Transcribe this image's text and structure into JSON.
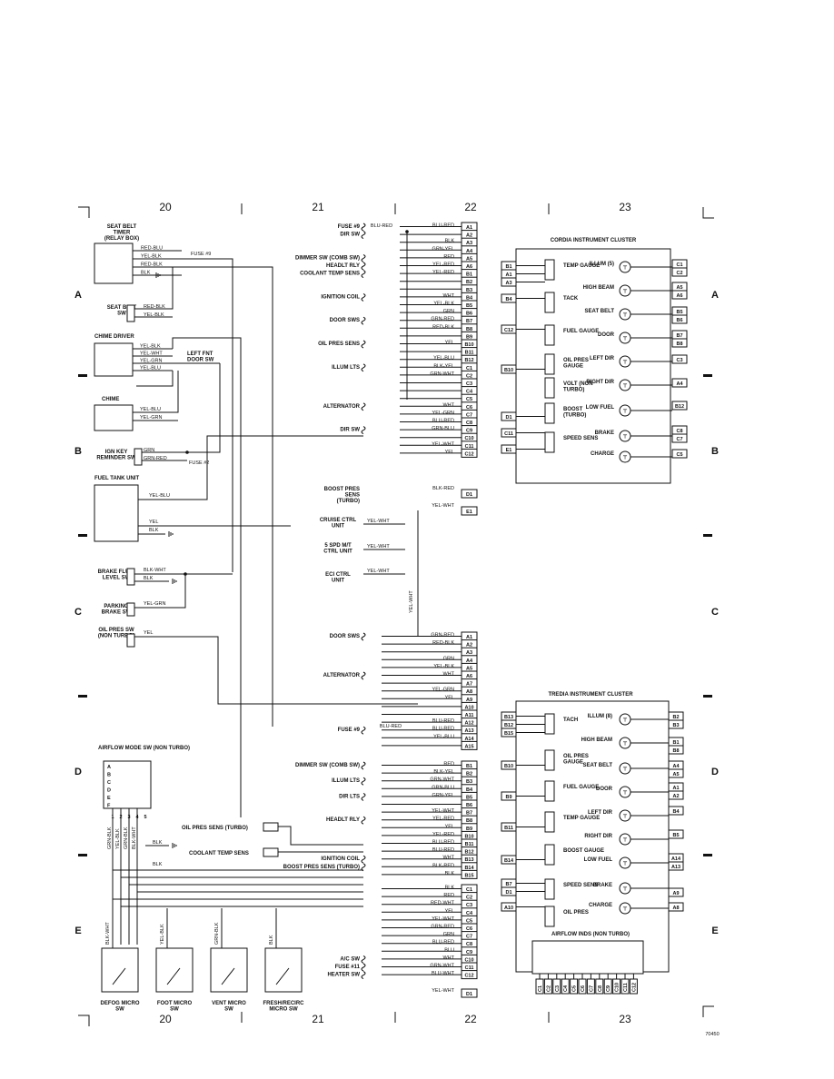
{
  "columns": [
    "20",
    "21",
    "22",
    "23"
  ],
  "rows": [
    "A",
    "B",
    "C",
    "D",
    "E"
  ],
  "left": {
    "seat_belt_timer": "SEAT BELT TIMER (RELAY BOX)",
    "seat_belt_wires": [
      "RED-BLU",
      "YEL-BLK",
      "RED-BLK",
      "BLK"
    ],
    "fuse9": "FUSE #9",
    "seat_belt_sw": "SEAT BELT SW",
    "seat_belt_sw_wires": [
      "RED-BLK",
      "YEL-BLK"
    ],
    "chime_driver": "CHIME DRIVER",
    "chime_driver_wires": [
      "YEL-BLK",
      "YEL-WHT",
      "YEL-GRN",
      "YEL-BLU"
    ],
    "left_fnt_door": "LEFT FNT DOOR SW",
    "chime": "CHIME",
    "chime_wires": [
      "YEL-BLU",
      "YEL-GRN"
    ],
    "ign_key": "IGN KEY REMINDER SW",
    "ign_key_wires": [
      "GRN",
      "GRN-RED"
    ],
    "fuse2": "FUSE #2",
    "fuel_tank": "FUEL TANK UNIT",
    "fuel_wires": [
      "YEL-BLU",
      "YEL",
      "BLK"
    ],
    "brake_fluid": "BRAKE FLUID LEVEL SW",
    "brake_wires": [
      "BLK-WHT",
      "BLK"
    ],
    "parking": "PARKING BRAKE SW",
    "parking_wire": "YEL-GRN",
    "oil_pres": "OIL PRES SW (NON TURBO)",
    "oil_wire": "YEL",
    "airflow_sw": "AIRFLOW MODE SW (NON TURBO)",
    "airflow_rows": [
      "A",
      "B",
      "C",
      "D",
      "E",
      "F"
    ],
    "airflow_cols": [
      "1",
      "2",
      "3",
      "4",
      "5"
    ],
    "airflow_wires": [
      "GRN-BLK",
      "YEL-BLK",
      "GRN-BLK",
      "BLK-WHT"
    ],
    "oil_pres_turbo": "OIL PRES SENS (TURBO)",
    "coolant_sens": "COOLANT TEMP SENS",
    "blk": "BLK",
    "bottom_wires": [
      "BLK-WHT",
      "YEL-BLK",
      "GRN-BLK",
      "BLK"
    ],
    "micro_sw": [
      "DEFOG MICRO SW",
      "FOOT MICRO SW",
      "VENT MICRO SW",
      "FRESH/RECIRC MICRO SW"
    ]
  },
  "mid_top": {
    "labels": [
      {
        "pin": "A1",
        "wire": "BLU-RED",
        "name": "FUSE #9",
        "wire2": "BLU-RED"
      },
      {
        "pin": "A2",
        "wire": "",
        "name": "DIR SW"
      },
      {
        "pin": "A3",
        "wire": "BLK"
      },
      {
        "pin": "A4",
        "wire": "GRN-YEL"
      },
      {
        "pin": "A5",
        "wire": "RED",
        "name": "DIMMER SW (COMB SW)"
      },
      {
        "pin": "A6",
        "wire": "YEL-RED",
        "name": "HEADLT RLY"
      },
      {
        "pin": "B1",
        "wire": "YEL-RED",
        "name": "COOLANT TEMP SENS"
      },
      {
        "pin": "B2",
        "wire": ""
      },
      {
        "pin": "B3",
        "wire": ""
      },
      {
        "pin": "B4",
        "wire": "WHT",
        "name": "IGNITION COIL"
      },
      {
        "pin": "B5",
        "wire": "YEL-BLK"
      },
      {
        "pin": "B6",
        "wire": "GRN"
      },
      {
        "pin": "B7",
        "wire": "GRN-RED",
        "name": "DOOR SWS"
      },
      {
        "pin": "B8",
        "wire": "RED-BLK"
      },
      {
        "pin": "B9",
        "wire": ""
      },
      {
        "pin": "B10",
        "wire": "YEL",
        "name": "OIL PRES SENS"
      },
      {
        "pin": "B11",
        "wire": ""
      },
      {
        "pin": "B12",
        "wire": "YEL-BLU"
      },
      {
        "pin": "C1",
        "wire": "BLK-YEL",
        "name": "ILLUM LTS"
      },
      {
        "pin": "C2",
        "wire": "GRN-WHT"
      },
      {
        "pin": "C3",
        "wire": ""
      },
      {
        "pin": "C4",
        "wire": ""
      },
      {
        "pin": "C5",
        "wire": ""
      },
      {
        "pin": "C6",
        "wire": "WHT",
        "name": "ALTERNATOR"
      },
      {
        "pin": "C7",
        "wire": "YEL-GRN"
      },
      {
        "pin": "C8",
        "wire": "BLU-RED"
      },
      {
        "pin": "C9",
        "wire": "GRN-BLU",
        "name": "DIR SW"
      },
      {
        "pin": "C10",
        "wire": ""
      },
      {
        "pin": "C11",
        "wire": "YEL-WHT"
      },
      {
        "pin": "C12",
        "wire": "YEL"
      }
    ],
    "d1": {
      "pin": "D1",
      "wire": "BLK-RED",
      "name": "BOOST PRES SENS (TURBO)"
    },
    "e1": {
      "pin": "E1",
      "wire": "YEL-WHT"
    },
    "cruise": "CRUISE CTRL UNIT",
    "spd": "5 SPD M/T CTRL UNIT",
    "eci": "ECI CTRL UNIT",
    "yel_wht": "YEL-WHT"
  },
  "mid_bottom": {
    "a_pins": [
      {
        "pin": "A1",
        "wire": "GRN-RED",
        "name": "DOOR SWS"
      },
      {
        "pin": "A2",
        "wire": "RED-BLK"
      },
      {
        "pin": "A3",
        "wire": ""
      },
      {
        "pin": "A4",
        "wire": "GRN"
      },
      {
        "pin": "A5",
        "wire": "YEL-BLK"
      },
      {
        "pin": "A6",
        "wire": "WHT",
        "name": "ALTERNATOR"
      },
      {
        "pin": "A7",
        "wire": ""
      },
      {
        "pin": "A8",
        "wire": "YEL-GRN"
      },
      {
        "pin": "A9",
        "wire": "YEL"
      },
      {
        "pin": "A10",
        "wire": ""
      },
      {
        "pin": "A11",
        "wire": ""
      },
      {
        "pin": "A12",
        "wire": "BLU-RED"
      },
      {
        "pin": "A13",
        "wire": "BLU-RED",
        "name": "FUSE #9",
        "wire0": "BLU-RED"
      },
      {
        "pin": "A14",
        "wire": "YEL-BLU"
      },
      {
        "pin": "A15",
        "wire": ""
      }
    ],
    "b_pins": [
      {
        "pin": "B1",
        "wire": "RED",
        "name": "DIMMER SW (COMB SW)"
      },
      {
        "pin": "B2",
        "wire": "BLK-YEL"
      },
      {
        "pin": "B3",
        "wire": "GRN-WHT",
        "name": "ILLUM LTS"
      },
      {
        "pin": "B4",
        "wire": "GRN-BLU"
      },
      {
        "pin": "B5",
        "wire": "GRN-YEL",
        "name": "DIR LTS"
      },
      {
        "pin": "B6",
        "wire": ""
      },
      {
        "pin": "B7",
        "wire": "YEL-WHT"
      },
      {
        "pin": "B8",
        "wire": "YEL-RED",
        "name": "HEADLT RLY"
      },
      {
        "pin": "B9",
        "wire": "YEL"
      },
      {
        "pin": "B10",
        "wire": "YEL-RED"
      },
      {
        "pin": "B11",
        "wire": "BLU-RED"
      },
      {
        "pin": "B12",
        "wire": "BLU-RED"
      },
      {
        "pin": "B13",
        "wire": "WHT",
        "name": "IGNITION COIL"
      },
      {
        "pin": "B14",
        "wire": "BLK-RED",
        "name": "BOOST PRES SENS (TURBO)"
      },
      {
        "pin": "B15",
        "wire": "BLK"
      }
    ],
    "c_pins": [
      {
        "pin": "C1",
        "wire": "BLK"
      },
      {
        "pin": "C2",
        "wire": "RED"
      },
      {
        "pin": "C3",
        "wire": "RED-WHT"
      },
      {
        "pin": "C4",
        "wire": "YEL"
      },
      {
        "pin": "C5",
        "wire": "YEL-WHT"
      },
      {
        "pin": "C6",
        "wire": "GRN-RED"
      },
      {
        "pin": "C7",
        "wire": "GRN"
      },
      {
        "pin": "C8",
        "wire": "BLU-RED"
      },
      {
        "pin": "C9",
        "wire": "BLU"
      },
      {
        "pin": "C10",
        "wire": "WHT",
        "name": "A/C SW"
      },
      {
        "pin": "C11",
        "wire": "GRN-WHT",
        "name": "FUSE #11"
      },
      {
        "pin": "C12",
        "wire": "BLU-WHT",
        "name": "HEATER SW"
      }
    ],
    "d1": {
      "pin": "D1",
      "wire": "YEL-WHT"
    }
  },
  "cordia": {
    "title": "CORDIA INSTRUMENT CLUSTER",
    "left_pins": [
      "B1",
      "A1",
      "A3",
      "B4",
      "C12",
      "B10",
      "D1",
      "C11",
      "E1"
    ],
    "gauges": [
      "TEMP GAUGE",
      "TACK",
      "FUEL GAUGE",
      "OIL PRES GAUGE",
      "VOLT (NON TURBO)",
      "BOOST (TURBO)",
      "SPEED SENS"
    ],
    "lamps": [
      "ILLUM (5)",
      "HIGH BEAM",
      "SEAT BELT",
      "DOOR",
      "LEFT DIR",
      "RIGHT DIR",
      "LOW FUEL",
      "BRAKE",
      "CHARGE"
    ],
    "right_pins": [
      "C1",
      "C2",
      "A5",
      "A6",
      "B5",
      "B6",
      "B7",
      "B8",
      "C3",
      "A4",
      "B12",
      "C8",
      "C7",
      "C5"
    ]
  },
  "tredia": {
    "title": "TREDIA INSTRUMENT CLUSTER",
    "left_pins": [
      "B13",
      "B12",
      "B15",
      "B10",
      "B9",
      "B11",
      "B14",
      "B7",
      "D1",
      "A10"
    ],
    "gauges": [
      "TACH",
      "OIL PRES GAUGE",
      "FUEL GAUGE",
      "TEMP GAUGE",
      "BOOST GAUGE",
      "SPEED SENS",
      "OIL PRES"
    ],
    "lamps": [
      "ILLUM (8)",
      "HIGH BEAM",
      "SEAT BELT",
      "DOOR",
      "LEFT DIR",
      "RIGHT DIR",
      "LOW FUEL",
      "BRAKE",
      "CHARGE"
    ],
    "right_pins": [
      "B2",
      "B3",
      "B1",
      "B8",
      "A4",
      "A5",
      "A1",
      "A2",
      "B4",
      "B5",
      "A14",
      "A13",
      "A9",
      "A8"
    ],
    "airflow": "AIRFLOW INDS (NON TURBO)",
    "bottom_pins": [
      "C1",
      "C2",
      "C3",
      "C4",
      "C5",
      "C6",
      "C7",
      "C8",
      "C9",
      "C10",
      "C11",
      "C12"
    ]
  },
  "footer_code": "70450"
}
